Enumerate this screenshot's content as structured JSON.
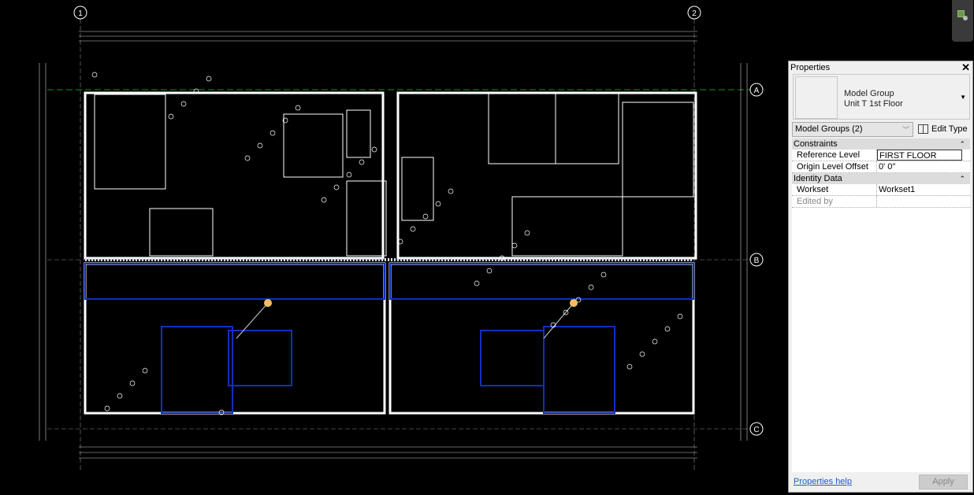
{
  "drawing": {
    "grid_bubbles": {
      "top_left": "1",
      "top_right": "2",
      "right_a": "A",
      "right_b": "B",
      "right_c": "C"
    },
    "colors": {
      "background": "#000000",
      "linework": "#ffffff",
      "selection": "#1030c0",
      "level_line": "#1a8a2a"
    }
  },
  "properties": {
    "title": "Properties",
    "type_family": "Model Group",
    "type_name": "Unit T 1st Floor",
    "selector": "Model Groups (2)",
    "edit_type": "Edit Type",
    "sections": [
      {
        "name": "Constraints",
        "rows": [
          {
            "key": "Reference Level",
            "value": "FIRST FLOOR"
          },
          {
            "key": "Origin Level Offset",
            "value": "0'  0\""
          }
        ]
      },
      {
        "name": "Identity Data",
        "rows": [
          {
            "key": "Workset",
            "value": "Workset1"
          },
          {
            "key": "Edited by",
            "value": ""
          }
        ]
      }
    ],
    "help_link": "Properties help",
    "apply": "Apply"
  }
}
